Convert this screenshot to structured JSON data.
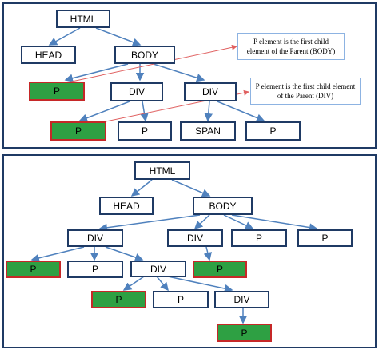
{
  "colors": {
    "border": "#1f3a64",
    "edge": "#4f81bd",
    "highlight_fill": "#2ea043",
    "highlight_border": "#c62828",
    "pointer": "#e06060"
  },
  "diagram1": {
    "nodes": {
      "html": "HTML",
      "head": "HEAD",
      "body": "BODY",
      "p1": "P",
      "div1": "DIV",
      "div2": "DIV",
      "p2": "P",
      "p3": "P",
      "span": "SPAN",
      "p4": "P"
    },
    "callouts": {
      "body": "P element is the first child element of the Parent (BODY)",
      "div": "P element is the first child element of the Parent (DIV)"
    }
  },
  "diagram2": {
    "nodes": {
      "html": "HTML",
      "head": "HEAD",
      "body": "BODY",
      "div1": "DIV",
      "div2": "DIV",
      "p1": "P",
      "p2": "P",
      "p3": "P",
      "p4": "P",
      "div3": "DIV",
      "p5": "P",
      "p6": "P",
      "p7": "P",
      "div4": "DIV",
      "p8": "P"
    }
  }
}
